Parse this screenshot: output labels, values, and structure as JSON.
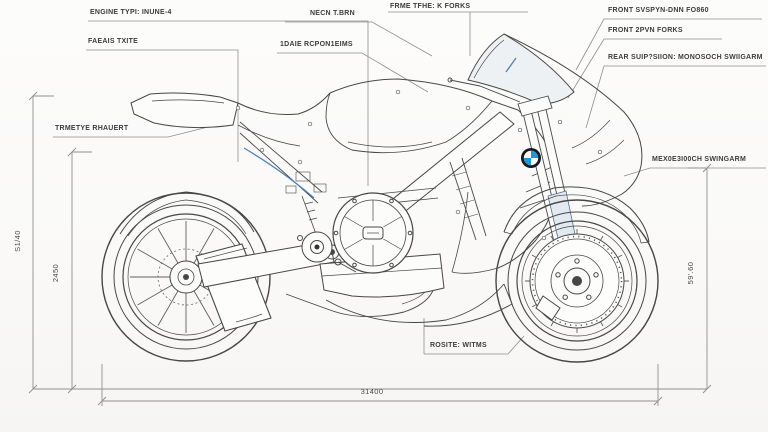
{
  "diagram": {
    "subject": "sport-motorcycle-technical-line-drawing",
    "brand_logo": "bmw-roundel",
    "callouts": {
      "engine_type": "ENGINE TYPI: INUNE-4",
      "engine_label2": "FAEAIS TXITE",
      "trim_label": "TRMETYE RHAUERT",
      "neck_label": "NECN T.BRN",
      "rcpom_label": "1DAIE RCPON1EIMS",
      "frame_label": "FRME TFHE: K FORKS",
      "front_suspension": "FRONT SVSPYN-DNN FO860",
      "front_forks": "FRONT 2PVN FORKS",
      "rear_suspension": "REAR SUIP?SIION: MONOSOCH SWIIGARM",
      "swingarm": "MEX0E3I00CH SWINGARM",
      "bottom_note": "ROSITE: WITMS"
    },
    "dimensions": {
      "left_outer": "S1/40",
      "left_inner": "2450",
      "right_side": "59'.60",
      "overall_length": "31400"
    },
    "colors": {
      "background": "#fbfbfa",
      "line_dark": "#474747",
      "leader_gray": "#8f8f8f",
      "accent_blue": "#4f7fb5",
      "logo_blue": "#2196d6"
    }
  }
}
